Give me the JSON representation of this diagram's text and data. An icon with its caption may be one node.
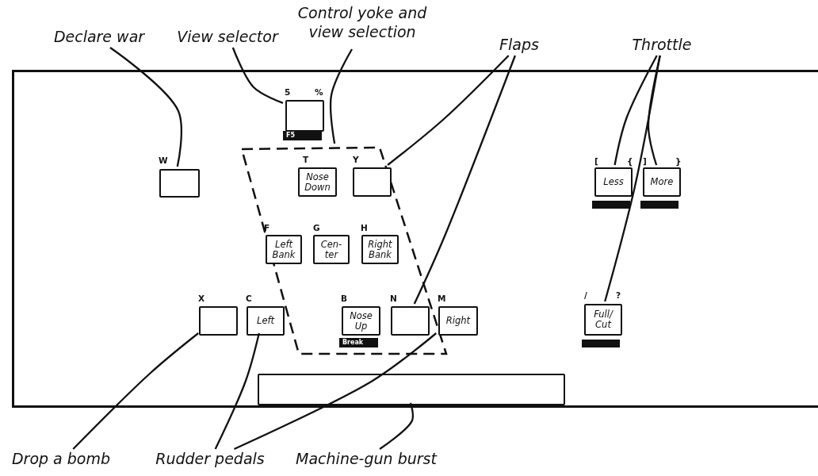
{
  "diagram": {
    "nodes": [
      {
        "text": [
          "Declare war"
        ]
      },
      {
        "text": [
          "View selector"
        ]
      },
      {
        "text": [
          "Control yoke and view selection"
        ]
      },
      {
        "text": [
          "Flaps"
        ]
      },
      {
        "text": [
          "Throttle"
        ]
      },
      {
        "text": [],
        "shape": "box"
      },
      {
        "text": [],
        "shape": "box",
        "in": 5,
        "beside": [
          "W"
        ]
      },
      {
        "text": [],
        "shape": "box",
        "in": 5,
        "beside": [
          "5",
          "%",
          "F5"
        ]
      },
      {
        "text": [],
        "shape": "box",
        "in": 5
      },
      {
        "text": [
          "Nose Down"
        ],
        "in": 8,
        "beside": [
          "T"
        ]
      },
      {
        "text": [],
        "shape": "box",
        "in": 8,
        "beside": [
          "Y"
        ]
      },
      {
        "text": [
          "Left Bank"
        ],
        "in": 8,
        "beside": [
          "F"
        ]
      },
      {
        "text": [
          "Cen- ter"
        ],
        "in": 8,
        "beside": [
          "G"
        ]
      },
      {
        "text": [
          "Right Bank"
        ],
        "in": 8,
        "beside": [
          "H"
        ]
      },
      {
        "text": [
          "Less"
        ],
        "in": 5,
        "beside": [
          "[",
          "{"
        ]
      },
      {
        "text": [
          "More"
        ],
        "in": 5,
        "beside": [
          "]",
          "}"
        ]
      },
      {
        "text": [],
        "shape": "box",
        "in": 5,
        "beside": [
          "X"
        ]
      },
      {
        "text": [
          "Left"
        ],
        "in": 5,
        "beside": [
          "C"
        ]
      },
      {
        "text": [
          "Nose Up"
        ],
        "in": 8,
        "beside": [
          "B",
          "Break"
        ]
      },
      {
        "text": [],
        "shape": "box",
        "in": 8,
        "beside": [
          "N"
        ]
      },
      {
        "text": [
          "Right"
        ],
        "in": 5,
        "beside": [
          "M"
        ]
      },
      {
        "text": [
          "Full/ Cut"
        ],
        "in": 5,
        "beside": [
          "/",
          "?"
        ]
      },
      {
        "text": [],
        "shape": "box",
        "in": 5
      },
      {
        "text": [
          "Drop a bomb"
        ]
      },
      {
        "text": [
          "Rudder pedals"
        ]
      },
      {
        "text": [
          "Machine-gun burst"
        ]
      }
    ],
    "edges": [
      {
        "from": 0,
        "to": 6,
        "arrow": "none"
      },
      {
        "from": 1,
        "to": 7,
        "arrow": "none"
      },
      {
        "from": 2,
        "to": 8,
        "arrow": "none"
      },
      {
        "from": 3,
        "to": 10,
        "arrow": "none"
      },
      {
        "from": 3,
        "to": 19,
        "arrow": "none"
      },
      {
        "from": 4,
        "to": 14,
        "arrow": "none"
      },
      {
        "from": 4,
        "to": 15,
        "arrow": "none"
      },
      {
        "from": 4,
        "to": 21,
        "arrow": "none"
      },
      {
        "from": 23,
        "to": 16,
        "arrow": "none"
      },
      {
        "from": 24,
        "to": 17,
        "arrow": "none"
      },
      {
        "from": 24,
        "to": 20,
        "arrow": "none"
      },
      {
        "from": 25,
        "to": 22,
        "arrow": "none"
      }
    ]
  }
}
